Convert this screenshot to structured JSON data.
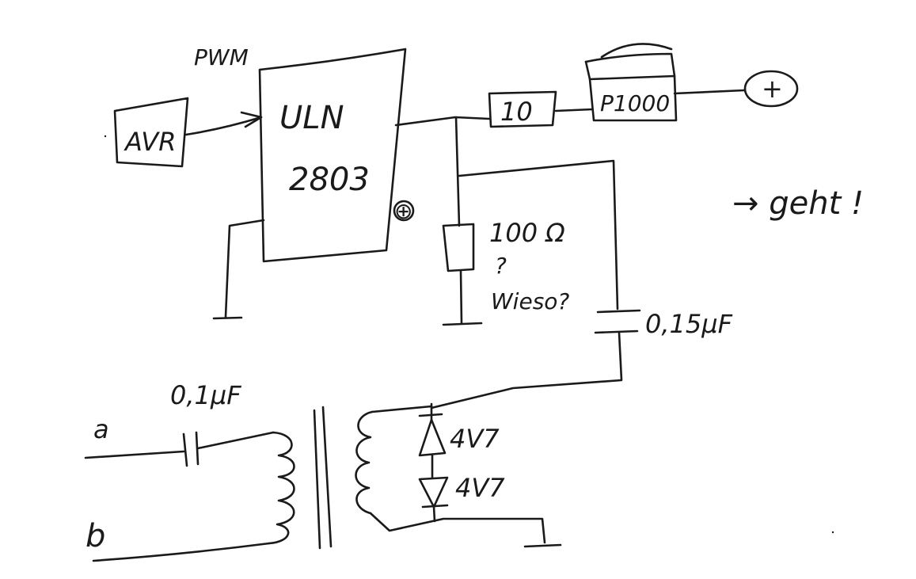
{
  "diagram": {
    "labels": {
      "pwm": "PWM",
      "avr": "AVR",
      "uln_line1": "ULN",
      "uln_line2": "2803",
      "uln_pin": "⊕",
      "res10": "10",
      "part_p1000": "P1000",
      "plus_terminal": "+",
      "res100": "100 Ω",
      "res100_q": "?",
      "wieso": "Wieso?",
      "cap015": "0,15µF",
      "note_geht": "→ geht !",
      "cap01": "0,1µF",
      "term_a": "a",
      "term_b": "b",
      "zener1": "4V7",
      "zener2": "4V7"
    }
  }
}
